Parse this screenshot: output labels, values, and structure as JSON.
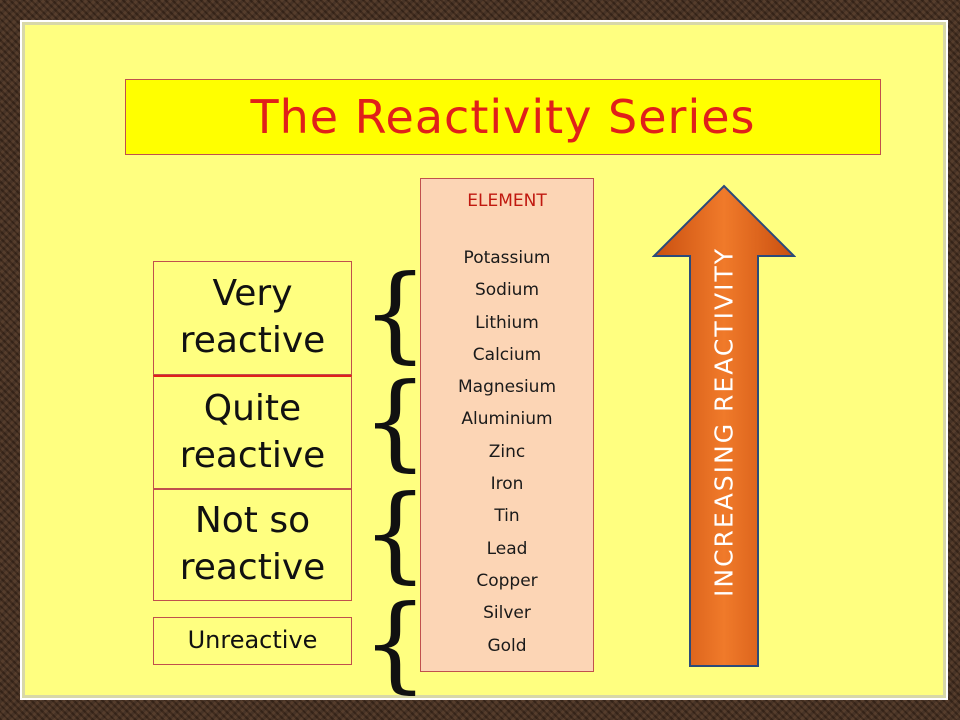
{
  "title": "The Reactivity Series",
  "levels": [
    {
      "label": "Very\nreactive"
    },
    {
      "label": "Quite\nreactive"
    },
    {
      "label": "Not so\nreactive"
    },
    {
      "label": "Unreactive"
    }
  ],
  "element_header": "ELEMENT",
  "elements": [
    "Potassium",
    "Sodium",
    "Lithium",
    "Calcium",
    "Magnesium",
    "Aluminium",
    "Zinc",
    "Iron",
    "Tin",
    "Lead",
    "Copper",
    "Silver",
    "Gold"
  ],
  "arrow_label": "INCREASING REACTIVITY",
  "colors": {
    "slide_background": "#ffff80",
    "title_fill": "#ffff00",
    "title_text": "#e0201a",
    "element_fill": "#fcd5b5",
    "arrow_fill": "#e8661e",
    "frame": "#4a3222"
  }
}
